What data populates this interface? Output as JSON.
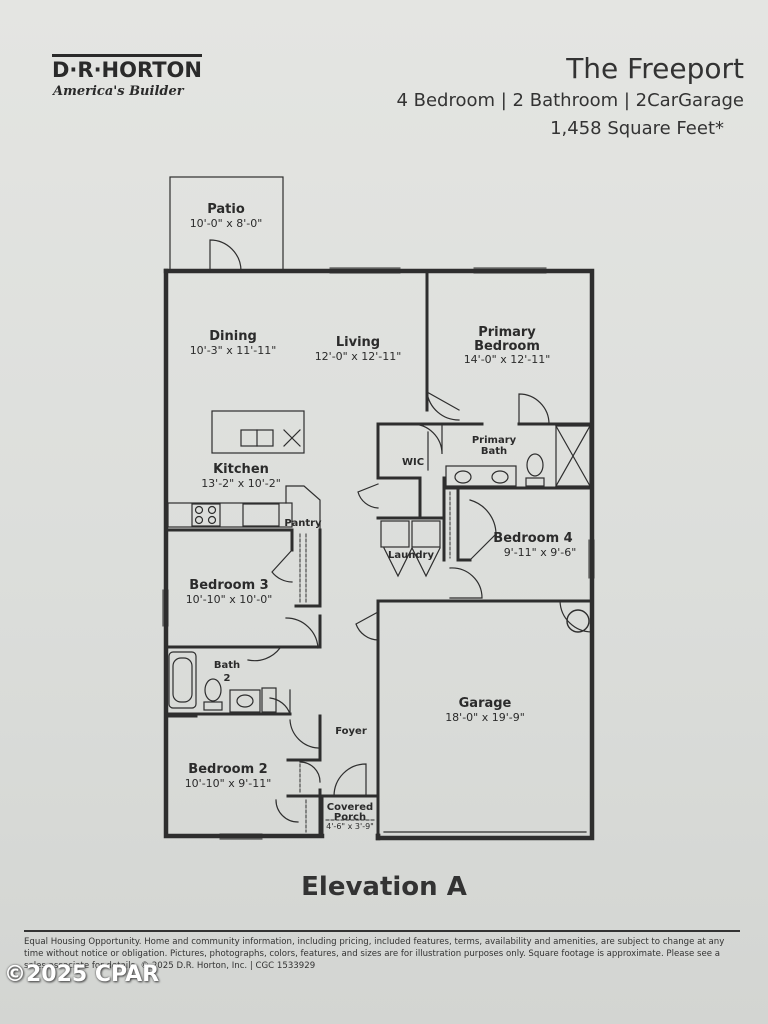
{
  "brand": {
    "name": "D·R·HORTON",
    "tagline": "America's Builder"
  },
  "model": {
    "title": "The Freeport",
    "spec": "4 Bedroom | 2 Bathroom | 2CarGarage",
    "sqft": "1,458 Square Feet*"
  },
  "rooms": {
    "patio": {
      "name": "Patio",
      "dims": "10'-0\" x 8'-0\""
    },
    "dining": {
      "name": "Dining",
      "dims": "10'-3\" x 11'-11\""
    },
    "living": {
      "name": "Living",
      "dims": "12'-0\" x 12'-11\""
    },
    "primary_bedroom": {
      "name_line1": "Primary",
      "name_line2": "Bedroom",
      "dims": "14'-0\" x 12'-11\""
    },
    "primary_bath": {
      "name_line1": "Primary",
      "name_line2": "Bath"
    },
    "wic": {
      "name": "WIC"
    },
    "kitchen": {
      "name": "Kitchen",
      "dims": "13'-2\" x 10'-2\""
    },
    "pantry": {
      "name": "Pantry"
    },
    "laundry": {
      "name": "Laundry"
    },
    "bedroom4": {
      "name": "Bedroom 4",
      "dims": "9'-11\" x 9'-6\""
    },
    "bedroom3": {
      "name": "Bedroom 3",
      "dims": "10'-10\" x 10'-0\""
    },
    "bath2": {
      "name_line1": "Bath",
      "name_line2": "2"
    },
    "garage": {
      "name": "Garage",
      "dims": "18'-0\" x 19'-9\""
    },
    "foyer": {
      "name": "Foyer"
    },
    "bedroom2": {
      "name": "Bedroom 2",
      "dims": "10'-10\" x 9'-11\""
    },
    "covered_porch": {
      "name_line1": "Covered",
      "name_line2": "Porch",
      "dims": "4'-6\" x 3'-9\""
    }
  },
  "elevation": "Elevation A",
  "disclaimer": {
    "line1": "Equal Housing Opportunity. Home and community information, including pricing, included features, terms, availability and amenities, are subject to change at any",
    "line2": "time without notice or obligation. Pictures, photographs, colors, features, and sizes are for illustration purposes only. Square footage is approximate. Please see a",
    "line3": "sales associate for details. © 2025 D.R. Horton, Inc. | CGC 1533929"
  },
  "watermark": "©2025 CPAR",
  "colors": {
    "wall": "#2e2e2e",
    "paper": "#e2e3e0",
    "fixture": "#555555"
  }
}
